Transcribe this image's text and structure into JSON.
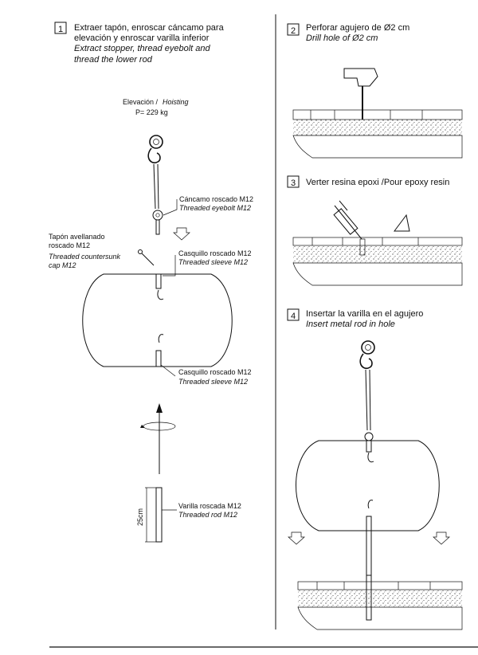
{
  "step1": {
    "number": "1",
    "es_line1": "Extraer tapón, enroscar cáncamo para",
    "es_line2": "elevación y enroscar varilla inferior",
    "en_line1": "Extract stopper, thread eyebolt and",
    "en_line2": "thread the lower rod"
  },
  "hoisting": {
    "es": "Elevación /",
    "en": "Hoisting",
    "weight": "P= 229 kg"
  },
  "labels": {
    "eyebolt_es": "Cáncamo roscado M12",
    "eyebolt_en": "Threaded eyebolt M12",
    "cap_es1": "Tapón avellanado",
    "cap_es2": "roscado M12",
    "cap_en1": "Threaded countersunk",
    "cap_en2": "cap M12",
    "sleeve_top_es": "Casquillo roscado M12",
    "sleeve_top_en": "Threaded sleeve M12",
    "sleeve_bottom_es": "Casquillo roscado M12",
    "sleeve_bottom_en": "Threaded sleeve M12",
    "rod_es": "Varilla roscada M12",
    "rod_en": "Threaded rod M12",
    "rod_length": "25cm"
  },
  "step2": {
    "number": "2",
    "es": "Perforar agujero de Ø2 cm",
    "en": "Drill hole of Ø2 cm"
  },
  "step3": {
    "number": "3",
    "text": "Verter resina epoxi /Pour epoxy resin"
  },
  "step4": {
    "number": "4",
    "es": "Insertar la varilla en el agujero",
    "en": "Insert metal rod in hole"
  },
  "colors": {
    "ink": "#111111",
    "background": "#ffffff"
  }
}
